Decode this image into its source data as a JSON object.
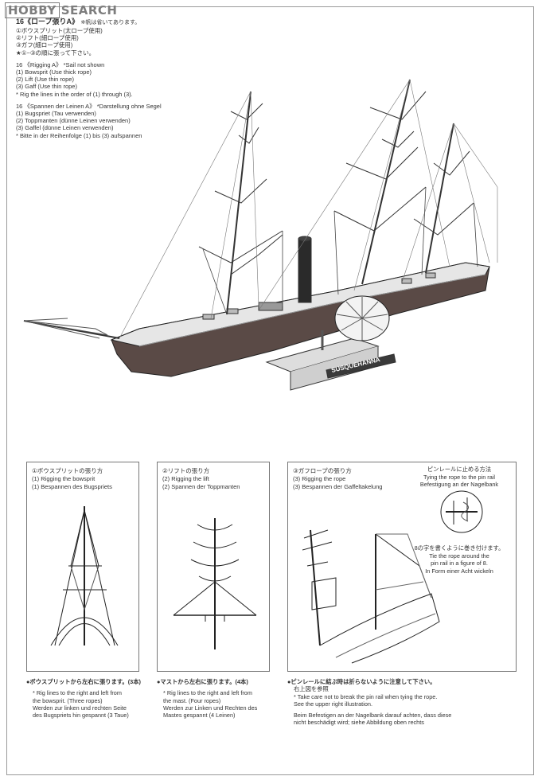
{
  "watermark": {
    "logo": "HOBBY",
    "text": "SEARCH"
  },
  "step": {
    "title": "16《ロープ張りA》",
    "title_note": "※帆は省いてあります。",
    "jp_items": [
      "①ボウスプリット(太ロープ使用)",
      "②リフト(細ロープ使用)",
      "③ガフ(細ロープ使用)",
      "★①~③の順に張って下さい。"
    ],
    "en_header": "16 《Rigging A》 *Sail not shown",
    "en_items": [
      "(1) Bowsprit (Use thick rope)",
      "(2) Lift (Use thin rope)",
      "(3) Gaff (Use thin rope)",
      "* Rig the lines in the order of (1) through (3)."
    ],
    "de_header": "16 《Spannen der Leinen A》  *Darstellung ohne Segel",
    "de_items": [
      "(1) Bugspriet (Tau verwenden)",
      "(2) Toppmanten (dünne Leinen verwenden)",
      "(3) Gaffel (dünne Leinen verwenden)",
      "* Bitte in der Reihenfolge (1) bis (3) aufspannen"
    ]
  },
  "ship": {
    "nameplate": "SUSQUEHANNA"
  },
  "panels": [
    {
      "jp": "①ボウスプリットの張り方",
      "en": "(1) Rigging the bowsprit",
      "de": "(1) Bespannen des Bugspriets",
      "note_jp": "●ボウスプリットから左右に張ります。(3本)",
      "note_en": [
        "* Rig lines to the right and left from",
        "the bowsprit. (Three ropes)"
      ],
      "note_de": [
        "Werden zur linken und rechten Seite",
        "des Bugspriets hin gespannt (3 Taue)"
      ]
    },
    {
      "jp": "②リフトの張り方",
      "en": "(2) Rigging the lift",
      "de": "(2) Spannen der Toppmanten",
      "note_jp": "●マストから左右に張ります。(4本)",
      "note_en": [
        "* Rig lines to the right and left from",
        "the mast. (Four ropes)"
      ],
      "note_de": [
        "Werden zur Linken und Rechten des",
        "Mastes gespannt (4 Leinen)"
      ]
    },
    {
      "jp": "③ガフロープの張り方",
      "en": "(3) Rigging the rope",
      "de": "(3) Bespannen der Gaffeltakelung",
      "note_jp": "●ピンレールに結ぶ時は折らないように注意して下さい。",
      "note_jp2": "右上図を参照",
      "note_en": [
        "* Take care not to break the pin rail when tying the rope.",
        "See the upper right illustration."
      ],
      "note_de": [
        "Beim Befestigen an der Nagelbank darauf achten, dass diese",
        "nicht beschädigt wird; siehe Abbildung oben rechts"
      ]
    }
  ],
  "pinrail": {
    "jp": "ピンレールに止める方法",
    "en": "Tying the rope to the pin rail",
    "de": "Befestigung an der Nagelbank",
    "sub_jp": "8の字を書くように巻き付けます。",
    "sub_en": [
      "Tie the rope around the",
      "pin rail in a figure of 8."
    ],
    "sub_de": "In Form einer Acht wickeln"
  }
}
